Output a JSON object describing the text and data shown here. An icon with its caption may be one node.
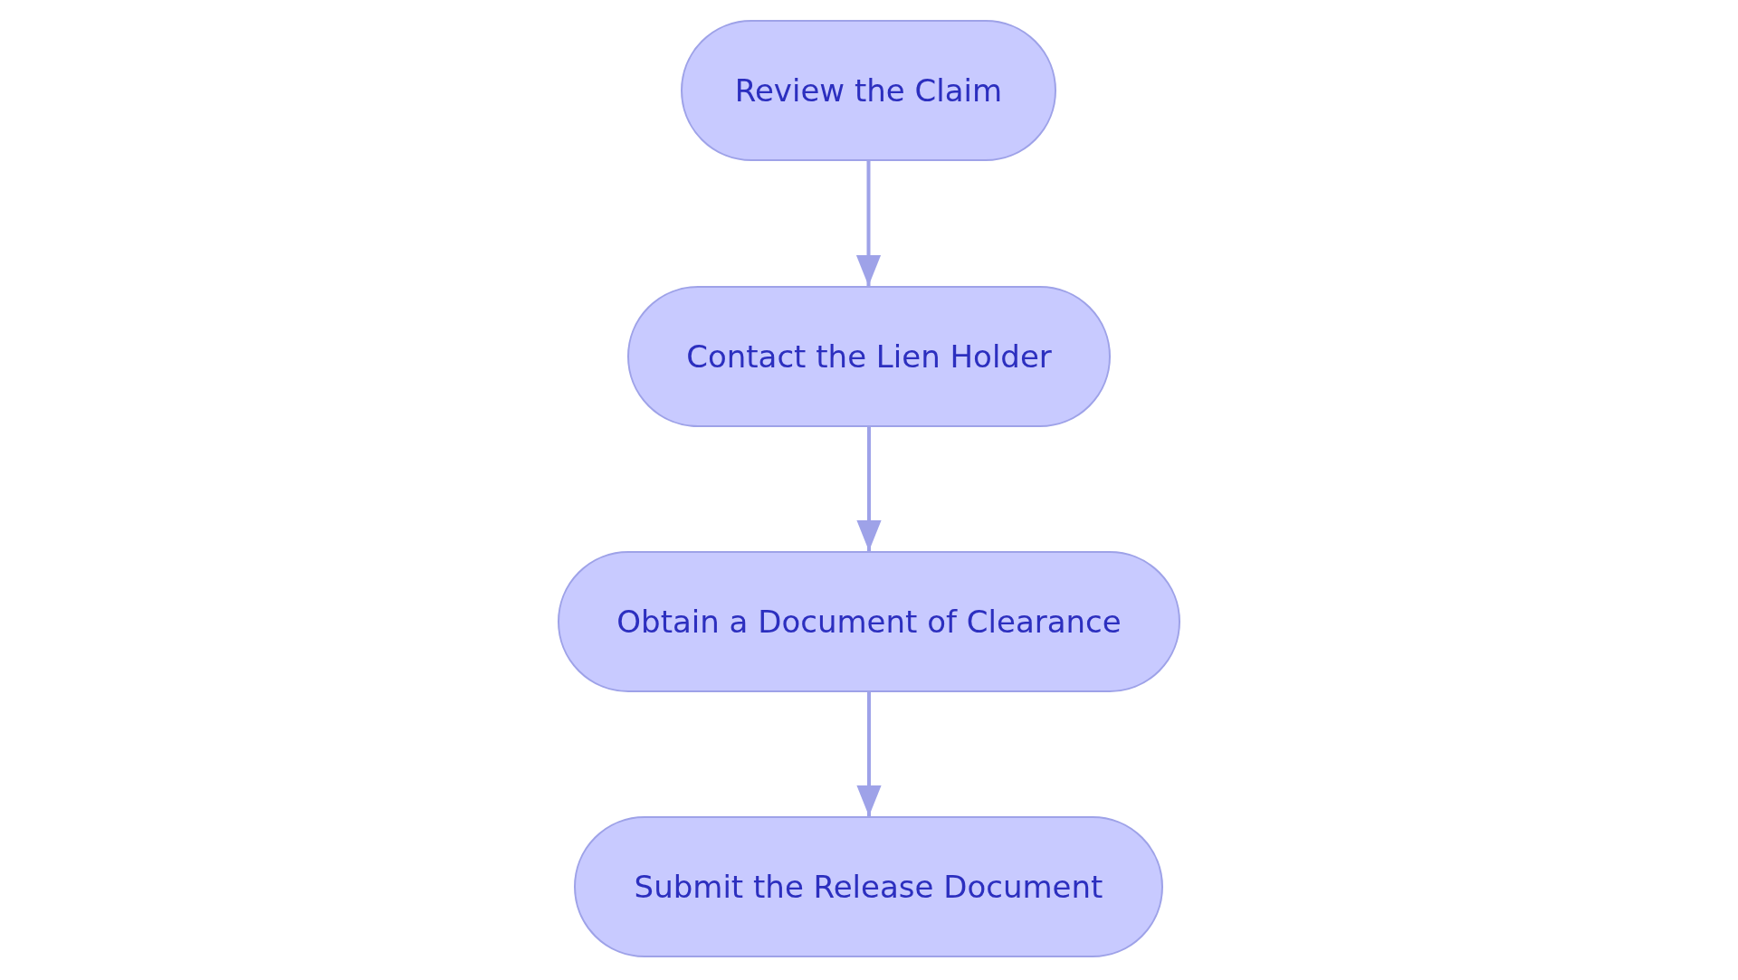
{
  "diagram": {
    "nodes": [
      {
        "text": [
          "Review the Claim"
        ]
      },
      {
        "text": [
          "Contact the Lien Holder"
        ]
      },
      {
        "text": [
          "Obtain a Document of Clearance"
        ]
      },
      {
        "text": [
          "Submit the Release Document"
        ]
      }
    ],
    "edges": [
      {
        "from": 0,
        "to": 1,
        "arrow": "to"
      },
      {
        "from": 1,
        "to": 2,
        "arrow": "to"
      },
      {
        "from": 2,
        "to": 3,
        "arrow": "to"
      }
    ]
  }
}
